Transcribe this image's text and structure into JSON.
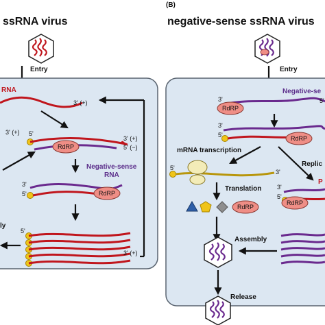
{
  "panel_a": {
    "title": "ssRNA virus",
    "entry": "Entry",
    "genome_label": "RNA",
    "strand_plus": "3' (+)",
    "strand_minus": "5' (−)",
    "rdrp": "RdRP",
    "negative_sense": "Negative-sense",
    "rna": "RNA",
    "five_prime": "5'",
    "three_prime": "3'",
    "assembly_fragment": "ly"
  },
  "panel_b": {
    "panel_letter": "(B)",
    "title": "negative-sense ssRNA virus",
    "entry": "Entry",
    "negative_sense_fragment": "Negative-se",
    "rdrp": "RdRP",
    "mrna_transcription": "mRNA transcription",
    "replication_fragment": "Replic",
    "translation": "Translation",
    "assembly": "Assembly",
    "release": "Release",
    "five_prime": "5'",
    "three_prime": "3'"
  },
  "colors": {
    "cell_fill": "#dce7f2",
    "cell_stroke": "#5a6470",
    "positive_rna": "#c0161d",
    "negative_rna": "#6a2a8e",
    "mrna": "#b8960c",
    "rdrp_fill": "#ef8e86",
    "cap": "#f0c419",
    "ribosome": "#f3ecb8",
    "negative_label": "#5b2d8a",
    "positive_label": "#c0161d"
  }
}
